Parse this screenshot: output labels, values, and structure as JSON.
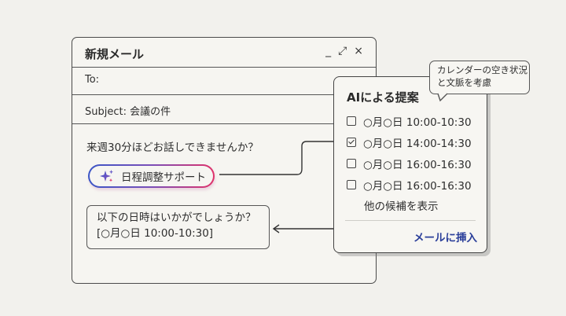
{
  "email_window": {
    "title": "新規メール",
    "controls": {
      "minimize": "_",
      "expand": "⤢",
      "close": "×"
    },
    "to_label": "To:",
    "subject_label": "Subject: 会議の件",
    "body_text": "来週30分ほどお話しできませんか？",
    "assist_button": {
      "icon": "sparkle-icon",
      "label": "日程調整サポート"
    },
    "inserted_reply": {
      "line1": "以下の日時はいかがでしょうか？",
      "line2": "[○月○日 10:00-10:30]"
    }
  },
  "ai_panel": {
    "title": "AIによる提案",
    "options": [
      {
        "label": "○月○日 10:00-10:30",
        "checked": false
      },
      {
        "label": "○月○日 14:00-14:30",
        "checked": true
      },
      {
        "label": "○月○日 16:00-16:30",
        "checked": false
      },
      {
        "label": "○月○日 16:00-16:30",
        "checked": false
      }
    ],
    "more_label": "他の候補を表示",
    "insert_label": "メールに挿入"
  },
  "tooltip": {
    "line1": "カレンダーの空き状況",
    "line2": "と文脈を考慮"
  },
  "colors": {
    "background": "#f2f1ed",
    "panel": "#f7f6f2",
    "border": "#4a4a4a",
    "accent_blue": "#2b3f9a",
    "gradient_start": "#3b56c6",
    "gradient_end": "#e0326a"
  }
}
